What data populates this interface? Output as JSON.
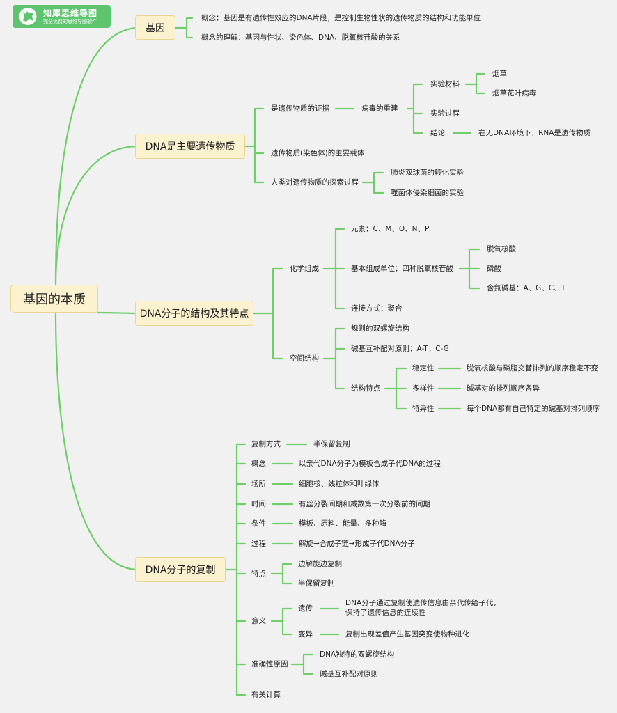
{
  "logo": {
    "name": "知犀思维导图",
    "tagline": "完全免费的思维导图软件",
    "icon": "rhino-icon",
    "color": "#5ec46d"
  },
  "colors": {
    "link": "#6fce6a",
    "node_fill": "#fdf2cf",
    "node_border": "#ecd492",
    "background": "#f1f1f1"
  },
  "root": "基因的本质",
  "gene": {
    "label": "基因",
    "items": [
      "概念：基因是有遗传性效应的DNA片段，是控制生物性状的遗传物质的结构和功能单位",
      "概念的理解：基因与性状、染色体、DNA、脱氧核苷酸的关系"
    ]
  },
  "dna_main": {
    "label": "DNA是主要遗传物质",
    "evidence": "是遗传物质的证据",
    "virus": "病毒的重建",
    "material": "实验材料",
    "tobacco": "烟草",
    "tmv": "烟草花叶病毒",
    "process": "实验过程",
    "conclusion": "结论",
    "conclusion_text": "在无DNA环境下，RNA是遗传物质",
    "carrier": "遗传物质(染色体)的主要载体",
    "explore": "人类对遗传物质的探索过程",
    "exp1": "肺炎双球菌的转化实验",
    "exp2": "噬菌体侵染细菌的实验"
  },
  "structure": {
    "label": "DNA分子的结构及其特点",
    "chem": "化学组成",
    "elements": "元素：C、M、O、N、P",
    "unit": "基本组成单位：四种脱氧核苷酸",
    "unit_items": [
      "脱氧核酸",
      "磷酸",
      "含氮碱基：A、G、C、T"
    ],
    "link": "连接方式：聚合",
    "space": "空间结构",
    "helix": "规则的双螺旋结构",
    "pairing": "碱基互补配对原则：A-T；C-G",
    "features": "结构特点",
    "stability": "稳定性",
    "stability_text": "脱氧核酸与磷脂交替排列的顺序稳定不变",
    "diversity": "多样性",
    "diversity_text": "碱基对的排列顺序各异",
    "specificity": "特异性",
    "specificity_text": "每个DNA都有自己特定的碱基对排列顺序"
  },
  "replication": {
    "label": "DNA分子的复制",
    "mode": "复制方式",
    "mode_text": "半保留复制",
    "concept": "概念",
    "concept_text": "以亲代DNA分子为模板合成子代DNA的过程",
    "place": "场所",
    "place_text": "细胞核、线粒体和叶绿体",
    "time": "时间",
    "time_text": "有丝分裂间期和减数第一次分裂前的间期",
    "conditions": "条件",
    "conditions_text": "模板、原料、能量、多种酶",
    "process": "过程",
    "process_text": "解旋→合成子链→形成子代DNA分子",
    "feature": "特点",
    "feature_items": [
      "边解旋边复制",
      "半保留复制"
    ],
    "meaning": "意义",
    "heredity": "遗传",
    "heredity_text": "DNA分子通过复制使遗传信息由亲代传给子代，保持了遗传信息的连续性",
    "variation": "变异",
    "variation_text": "复制出现差值产生基因突变使物种进化",
    "accuracy": "准确性原因",
    "accuracy_items": [
      "DNA独特的双螺旋结构",
      "碱基互补配对原则"
    ],
    "calc": "有关计算"
  }
}
